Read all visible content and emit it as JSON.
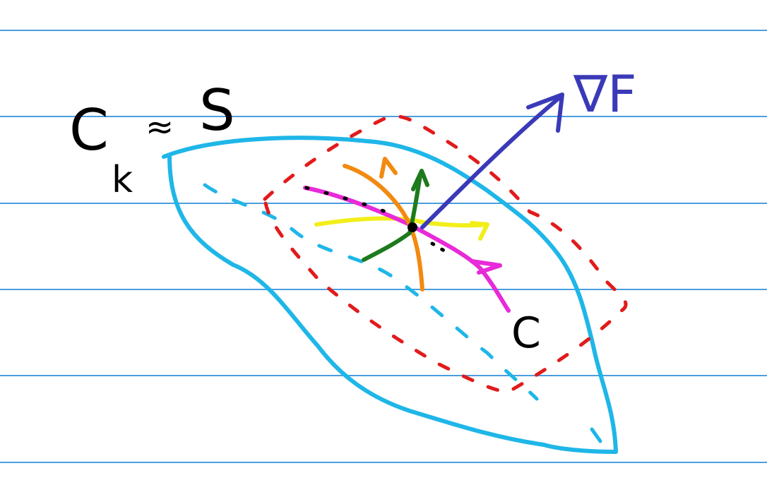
{
  "labels": {
    "c_symbol": "C",
    "c_subscript": "k",
    "approx": "≈",
    "s_symbol": "S",
    "gradient": "∇F",
    "curve_c": "C"
  },
  "colors": {
    "rule_line": "#4a9ee0",
    "surface": "#1fb6e8",
    "tangent_plane": "#e11b1b",
    "gradient_arrow": "#3a3ab8",
    "ink": "#000000",
    "curve_orange": "#f28a10",
    "curve_green": "#1d7a1d",
    "curve_yellow": "#f2ee1a",
    "curve_magenta": "#e82ad8"
  }
}
